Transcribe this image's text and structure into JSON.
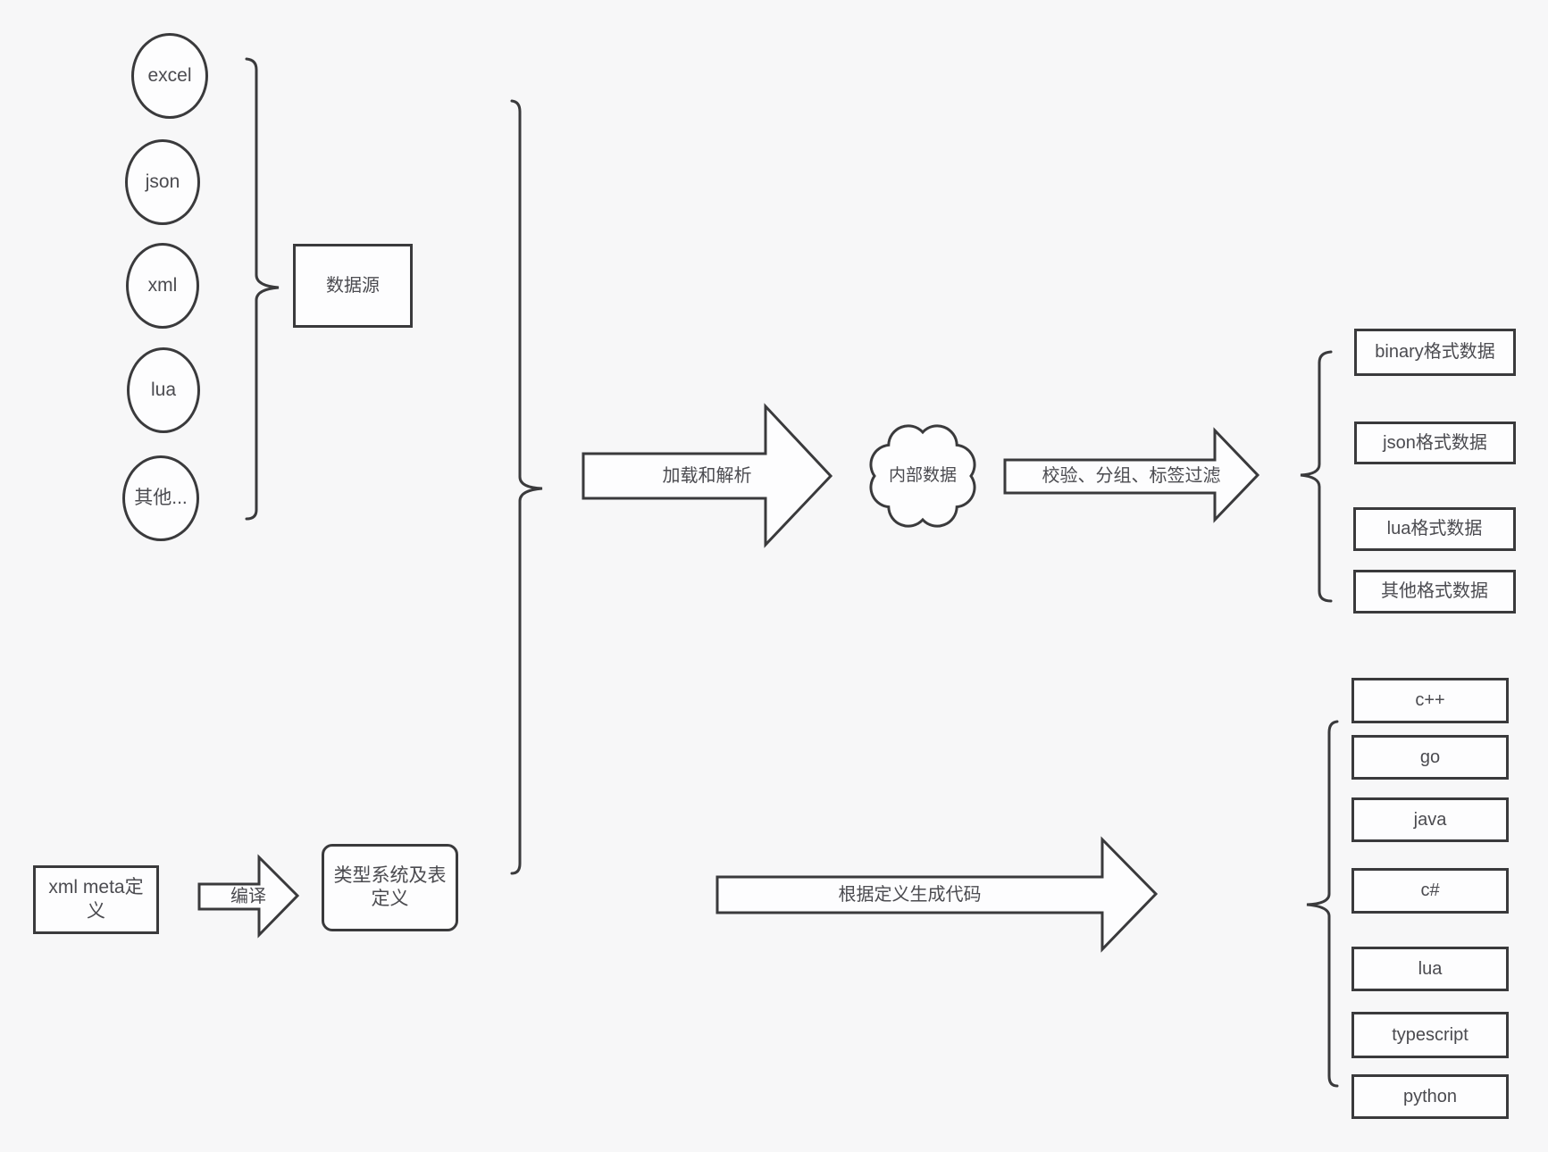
{
  "diagram": {
    "sources": {
      "items": [
        "excel",
        "json",
        "xml",
        "lua",
        "其他..."
      ],
      "group_label": "数据源"
    },
    "pipeline": {
      "load_arrow_label": "加载和解析",
      "cloud_label": "内部数据",
      "filter_arrow_label": "校验、分组、标签过滤",
      "output_formats": [
        "binary格式数据",
        "json格式数据",
        "lua格式数据",
        "其他格式数据"
      ]
    },
    "codegen": {
      "xml_meta_label": "xml meta定义",
      "compile_arrow_label": "编译",
      "type_system_label": "类型系统及表定义",
      "generate_arrow_label": "根据定义生成代码",
      "languages": [
        "c++",
        "go",
        "java",
        "c#",
        "lua",
        "typescript",
        "python"
      ]
    },
    "colors": {
      "background": "#f7f7f8",
      "shape_fill": "#fdfdfe",
      "stroke": "#3a3a3c",
      "text": "#4b4b50"
    }
  }
}
